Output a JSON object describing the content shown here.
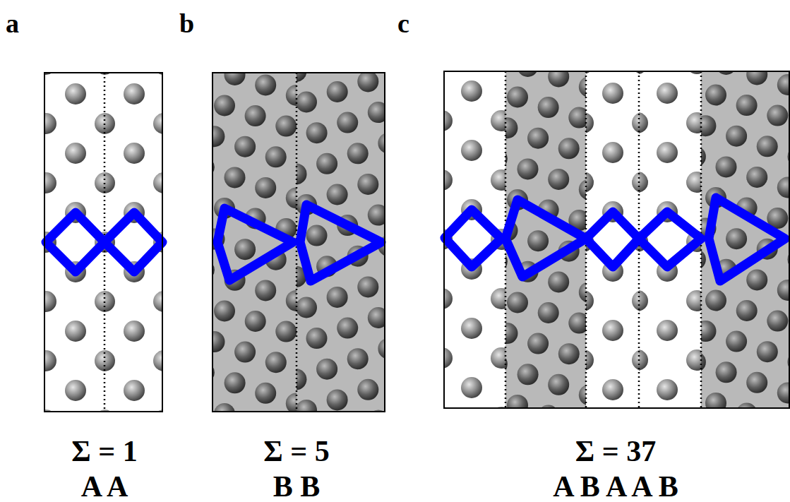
{
  "diagram": {
    "labels": [
      "a",
      "b",
      "c",
      "Σ = 1",
      "A A",
      "Σ = 5",
      "B B",
      "Σ = 37",
      "A B A A B"
    ]
  }
}
